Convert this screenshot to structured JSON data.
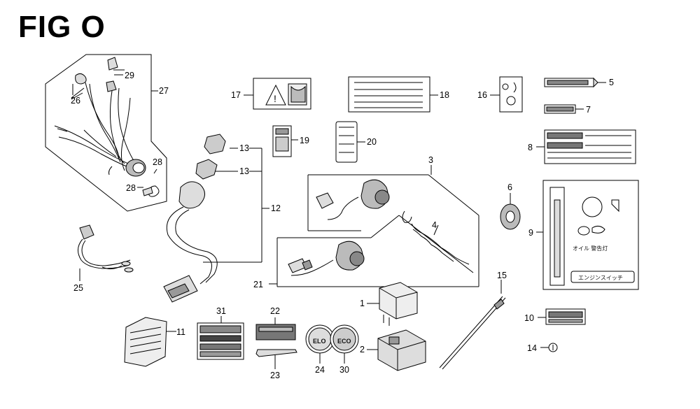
{
  "figure": {
    "title": "FIG O"
  },
  "callouts": {
    "c1": "1",
    "c2": "2",
    "c3": "3",
    "c4": "4",
    "c5": "5",
    "c6": "6",
    "c7": "7",
    "c8": "8",
    "c9": "9",
    "c10": "10",
    "c11": "11",
    "c12": "12",
    "c13a": "13",
    "c13b": "13",
    "c14": "14",
    "c15": "15",
    "c16": "16",
    "c17": "17",
    "c18": "18",
    "c19": "19",
    "c20": "20",
    "c21": "21",
    "c22": "22",
    "c23": "23",
    "c24": "24",
    "c25": "25",
    "c26": "26",
    "c27": "27",
    "c28a": "28",
    "c28b": "28",
    "c29": "29",
    "c30": "30",
    "c31": "31"
  },
  "labels": {
    "label9_oil": "オイル 警告灯",
    "label9_switch": "エンジンスイッチ",
    "label24_text": "ELO",
    "label30_text": "ECO"
  }
}
